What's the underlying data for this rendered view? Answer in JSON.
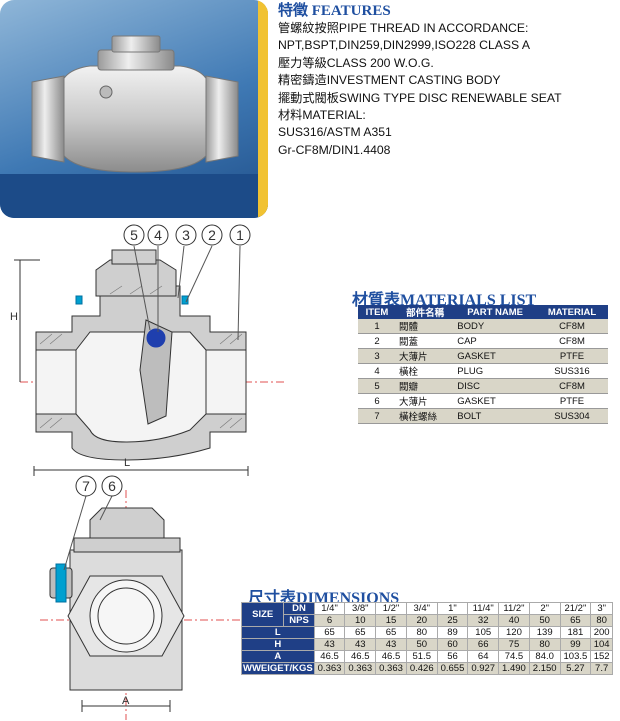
{
  "features": {
    "title_zh": "特徵",
    "title_en": "FEATURES",
    "lines": [
      "管螺紋按照PIPE THREAD IN ACCORDANCE:",
      "NPT,BSPT,DIN259,DIN2999,ISO228 CLASS A",
      "壓力等級CLASS 200 W.O.G.",
      "精密鑄造INVESTMENT CASTING BODY",
      "擺動式閥板SWING TYPE DISC RENEWABLE SEAT",
      "材料MATERIAL:",
      "SUS316/ASTM A351",
      "Gr-CF8M/DIN1.4408"
    ]
  },
  "drawing": {
    "callouts_top": [
      "5",
      "4",
      "3",
      "2",
      "1"
    ],
    "callouts_bottom": [
      "7",
      "6"
    ],
    "dim_h": "H",
    "dim_l": "L",
    "dim_a": "A"
  },
  "materials": {
    "title_zh": "材質表",
    "title_en": "MATERIALS LIST",
    "headers": [
      "ITEM",
      "部件名稱",
      "PART NAME",
      "MATERIAL"
    ],
    "rows": [
      [
        "1",
        "閥體",
        "BODY",
        "CF8M"
      ],
      [
        "2",
        "閥蓋",
        "CAP",
        "CF8M"
      ],
      [
        "3",
        "大薄片",
        "GASKET",
        "PTFE"
      ],
      [
        "4",
        "橫栓",
        "PLUG",
        "SUS316"
      ],
      [
        "5",
        "閥瓣",
        "DISC",
        "CF8M"
      ],
      [
        "6",
        "大薄片",
        "GASKET",
        "PTFE"
      ],
      [
        "7",
        "橫栓螺絲",
        "BOLT",
        "SUS304"
      ]
    ]
  },
  "dimensions": {
    "title_zh": "尺寸表",
    "title_en": "DIMENSIONS",
    "size_label": "SIZE",
    "dn_label": "DN",
    "nps_label": "NPS",
    "dn": [
      "1/4\"",
      "3/8\"",
      "1/2\"",
      "3/4\"",
      "1\"",
      "11/4\"",
      "11/2\"",
      "2\"",
      "21/2\"",
      "3\""
    ],
    "nps": [
      "6",
      "10",
      "15",
      "20",
      "25",
      "32",
      "40",
      "50",
      "65",
      "80"
    ],
    "rows": [
      {
        "label": "L",
        "values": [
          "65",
          "65",
          "65",
          "80",
          "89",
          "105",
          "120",
          "139",
          "181",
          "200"
        ]
      },
      {
        "label": "H",
        "values": [
          "43",
          "43",
          "43",
          "50",
          "60",
          "66",
          "75",
          "80",
          "99",
          "104"
        ]
      },
      {
        "label": "A",
        "values": [
          "46.5",
          "46.5",
          "46.5",
          "51.5",
          "56",
          "64",
          "74.5",
          "84.0",
          "103.5",
          "152"
        ]
      },
      {
        "label": "WWEIGET/KGS",
        "values": [
          "0.363",
          "0.363",
          "0.363",
          "0.426",
          "0.655",
          "0.927",
          "1.490",
          "2.150",
          "5.27",
          "7.7"
        ]
      }
    ]
  }
}
